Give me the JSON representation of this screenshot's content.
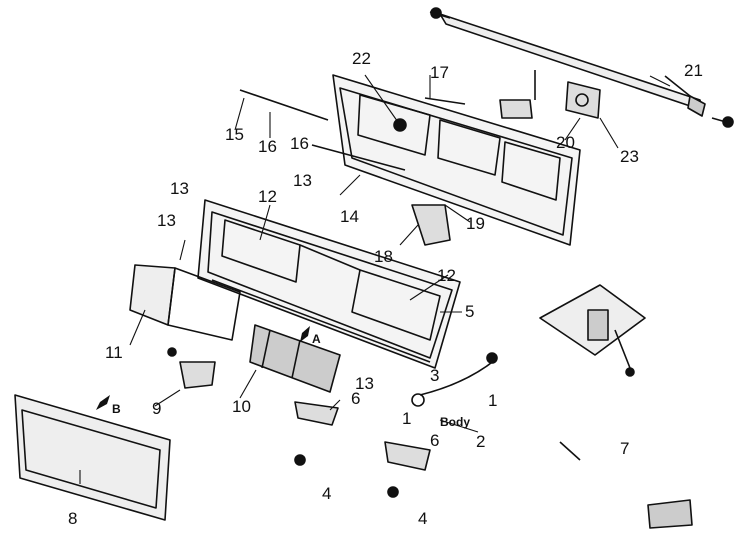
{
  "callouts": {
    "c1a": "1",
    "c1b": "1",
    "c2": "2",
    "c3": "3",
    "c4a": "4",
    "c4b": "4",
    "c5": "5",
    "c6a": "6",
    "c6b": "6",
    "c7": "7",
    "c8": "8",
    "c9": "9",
    "c10": "10",
    "c11": "11",
    "c12a": "12",
    "c12b": "12",
    "c13a": "13",
    "c13b": "13",
    "c13c": "13",
    "c13d": "13",
    "c14": "14",
    "c15": "15",
    "c16a": "16",
    "c16b": "16",
    "c17": "17",
    "c18": "18",
    "c19": "19",
    "c20": "20",
    "c21": "21",
    "c22": "22",
    "c23": "23"
  },
  "view_labels": {
    "a": "A",
    "b": "B"
  },
  "body_label": "Body"
}
